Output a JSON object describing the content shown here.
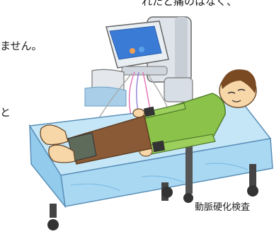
{
  "text": {
    "top_fragment": "れたと痛のはなく、",
    "left_fragment_1": "ません。",
    "left_fragment_2": "と"
  },
  "caption": "動脈硬化検査",
  "colors": {
    "bed": "#a9d8f2",
    "bed_shadow": "#7fbde3",
    "machine": "#dfe4ea",
    "screen": "#3a7bd5",
    "shirt": "#8bc34a",
    "pants": "#8a5a36",
    "skin": "#f7d6a8",
    "hair": "#7a4a22"
  }
}
